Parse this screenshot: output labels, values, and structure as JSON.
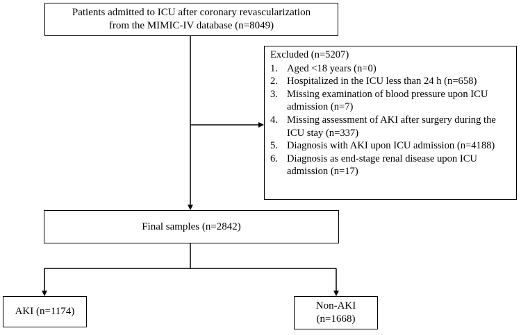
{
  "top_box": {
    "line1": "Patients admitted to ICU after coronary revascularization",
    "line2": "from the MIMIC-IV database (n=8049)"
  },
  "excluded_box": {
    "header": "Excluded (n=5207)",
    "items": [
      {
        "num": "1.",
        "text": "Aged <18 years (n=0)"
      },
      {
        "num": "2.",
        "text": "Hospitalized in the ICU less than 24 h (n=658)"
      },
      {
        "num": "3.",
        "text": "Missing examination of blood pressure upon ICU admission (n=7)"
      },
      {
        "num": "4.",
        "text": "Missing assessment of AKI after surgery during the ICU stay (n=337)"
      },
      {
        "num": "5.",
        "text": "Diagnosis with AKI upon ICU admission (n=4188)"
      },
      {
        "num": "6.",
        "text": "Diagnosis as end-stage renal disease upon ICU admission (n=17)"
      }
    ]
  },
  "final_box": {
    "label": "Final samples (n=2842)"
  },
  "aki_box": {
    "label": "AKI (n=1174)"
  },
  "nonaki_box": {
    "line1": "Non-AKI",
    "line2": "(n=1668)"
  }
}
